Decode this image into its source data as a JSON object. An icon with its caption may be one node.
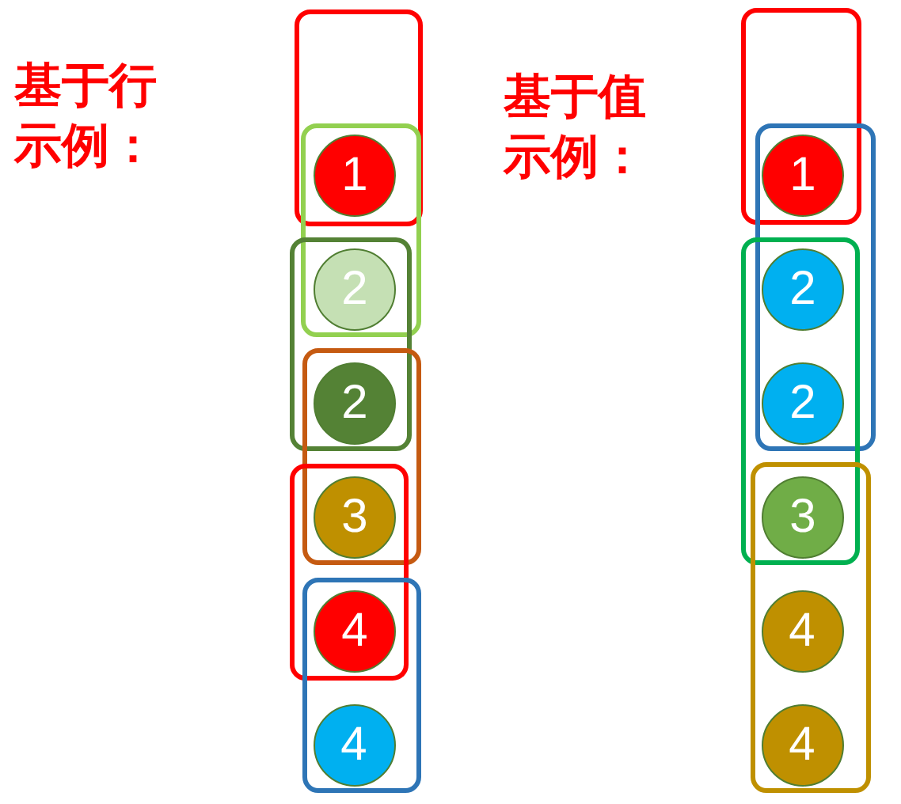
{
  "diagram": {
    "nodes": [
      {
        "text": [],
        "shape": "box"
      },
      {
        "text": [],
        "shape": "box"
      },
      {
        "text": [],
        "shape": "box"
      },
      {
        "text": [],
        "shape": "box"
      },
      {
        "text": [],
        "shape": "box"
      },
      {
        "text": [],
        "shape": "box"
      },
      {
        "text": [
          "1"
        ]
      },
      {
        "text": [
          "2"
        ]
      },
      {
        "text": [
          "2"
        ]
      },
      {
        "text": [
          "3"
        ]
      },
      {
        "text": [
          "4"
        ]
      },
      {
        "text": [
          "4"
        ],
        "in": 5
      },
      {
        "text": [],
        "shape": "box"
      },
      {
        "text": [],
        "shape": "box"
      },
      {
        "text": [],
        "shape": "box"
      },
      {
        "text": [],
        "shape": "box"
      },
      {
        "text": [
          "1"
        ]
      },
      {
        "text": [
          "2"
        ]
      },
      {
        "text": [
          "2"
        ]
      },
      {
        "text": [
          "3"
        ]
      },
      {
        "text": [
          "4"
        ],
        "in": 15
      },
      {
        "text": [
          "4"
        ],
        "in": 15
      }
    ],
    "labels": [
      "基于行示例：",
      "基于值示例："
    ]
  }
}
